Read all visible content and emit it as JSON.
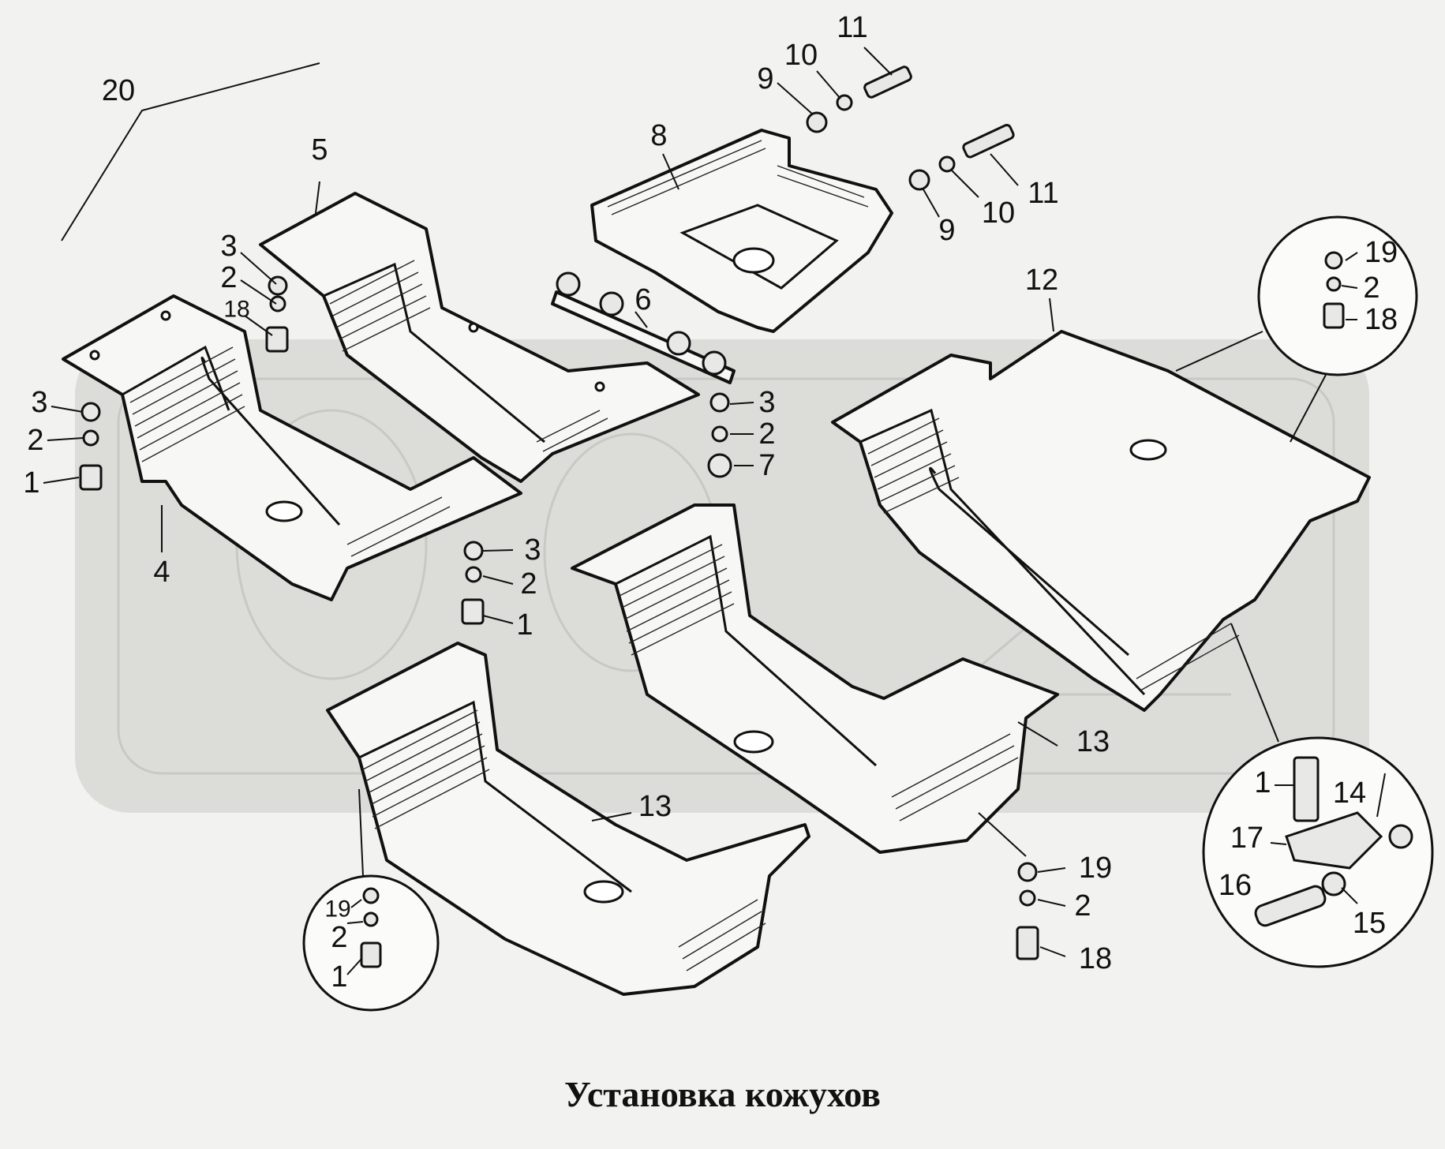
{
  "caption": "Установка кожухов",
  "callouts": [
    {
      "id": "c20",
      "text": "20"
    },
    {
      "id": "c5",
      "text": "5"
    },
    {
      "id": "c4",
      "text": "4"
    },
    {
      "id": "c3a",
      "text": "3"
    },
    {
      "id": "c2a",
      "text": "2"
    },
    {
      "id": "c18a",
      "text": "18"
    },
    {
      "id": "c3b",
      "text": "3"
    },
    {
      "id": "c2b",
      "text": "2"
    },
    {
      "id": "c1a",
      "text": "1"
    },
    {
      "id": "c8",
      "text": "8"
    },
    {
      "id": "c9a",
      "text": "9"
    },
    {
      "id": "c10a",
      "text": "10"
    },
    {
      "id": "c11a",
      "text": "11"
    },
    {
      "id": "c9b",
      "text": "9"
    },
    {
      "id": "c10b",
      "text": "10"
    },
    {
      "id": "c11b",
      "text": "11"
    },
    {
      "id": "c6",
      "text": "6"
    },
    {
      "id": "c3c",
      "text": "3"
    },
    {
      "id": "c2c",
      "text": "2"
    },
    {
      "id": "c7",
      "text": "7"
    },
    {
      "id": "c3d",
      "text": "3"
    },
    {
      "id": "c2d",
      "text": "2"
    },
    {
      "id": "c1b",
      "text": "1"
    },
    {
      "id": "c12",
      "text": "12"
    },
    {
      "id": "c19a",
      "text": "19"
    },
    {
      "id": "c2e",
      "text": "2"
    },
    {
      "id": "c18b",
      "text": "18"
    },
    {
      "id": "c13a",
      "text": "13"
    },
    {
      "id": "c13b",
      "text": "13"
    },
    {
      "id": "c19b",
      "text": "19"
    },
    {
      "id": "c2f",
      "text": "2"
    },
    {
      "id": "c18c",
      "text": "18"
    },
    {
      "id": "c19c",
      "text": "19"
    },
    {
      "id": "c2g",
      "text": "2"
    },
    {
      "id": "c1c",
      "text": "1"
    },
    {
      "id": "c1d",
      "text": "1"
    },
    {
      "id": "c14",
      "text": "14"
    },
    {
      "id": "c17",
      "text": "17"
    },
    {
      "id": "c16",
      "text": "16"
    },
    {
      "id": "c15",
      "text": "15"
    }
  ]
}
